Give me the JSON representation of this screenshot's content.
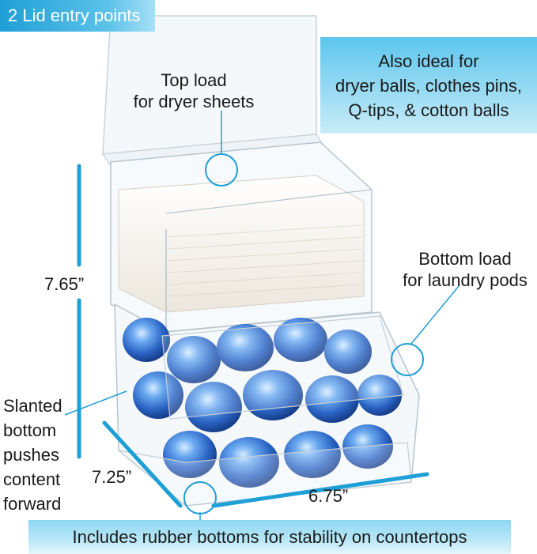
{
  "callouts": {
    "lid_entry": "2 Lid entry points",
    "top_load": "Top load\nfor dryer sheets",
    "also_ideal": "Also ideal for\ndryer balls, clothes pins,\nQ-tips, & cotton balls",
    "bottom_load": "Bottom load\nfor laundry pods",
    "slanted": "Slanted\nbottom\npushes\ncontent\nforward",
    "rubber_bottoms": "Includes rubber bottoms for stability on countertops"
  },
  "dimensions": {
    "height": "7.65”",
    "depth": "7.25”",
    "width": "6.75”"
  },
  "colors": {
    "accent_blue": "#1e9fd6",
    "pod_blue": "#2a64c4"
  },
  "icons": [
    "circle-marker-icon",
    "circle-marker-icon",
    "circle-marker-icon"
  ]
}
